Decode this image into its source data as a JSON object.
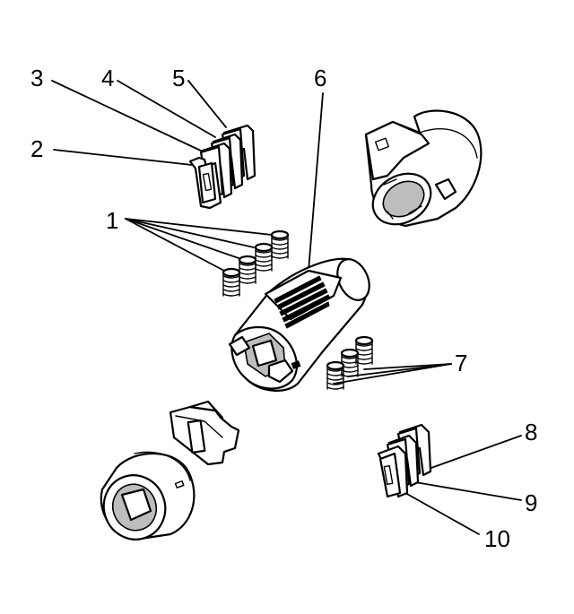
{
  "callouts": [
    {
      "id": "1",
      "label": "1"
    },
    {
      "id": "2",
      "label": "2"
    },
    {
      "id": "3",
      "label": "3"
    },
    {
      "id": "4",
      "label": "4"
    },
    {
      "id": "5",
      "label": "5"
    },
    {
      "id": "6",
      "label": "6"
    },
    {
      "id": "7",
      "label": "7"
    },
    {
      "id": "8",
      "label": "8"
    },
    {
      "id": "9",
      "label": "9"
    },
    {
      "id": "10",
      "label": "10"
    }
  ],
  "colors": {
    "line": "#000000",
    "background": "#ffffff",
    "shade": "#bdbdbd"
  }
}
